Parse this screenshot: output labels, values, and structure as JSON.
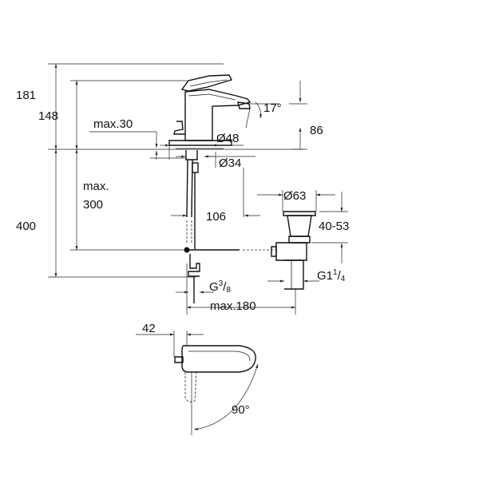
{
  "dimensions": {
    "d181": "181",
    "d148": "148",
    "max30": "max.30",
    "angle17": "17°",
    "d86": "86",
    "dia48": "Ø48",
    "dia34": "Ø34",
    "max_label": "max.",
    "d300": "300",
    "d400": "400",
    "d106": "106",
    "dia63": "Ø63",
    "d40_53": "40-53",
    "g1": "G1",
    "g1_num": "1",
    "g1_slash": "/",
    "g1_den": "4",
    "g38": "G",
    "g38_num": "3",
    "g38_slash": "/",
    "g38_den": "8",
    "max180": "max.180",
    "d42": "42",
    "angle90": "90°"
  }
}
